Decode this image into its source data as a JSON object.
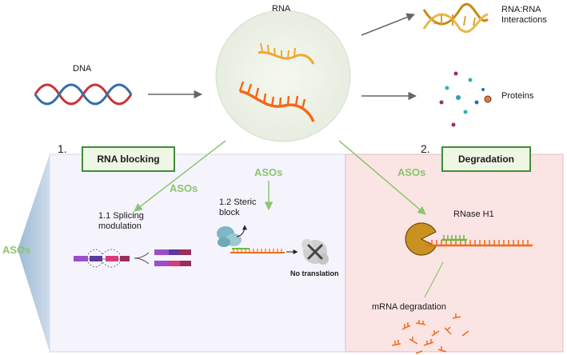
{
  "labels": {
    "dna": "DNA",
    "rna": "RNA",
    "rna_rna": "RNA:RNA\nInteractions",
    "proteins": "Proteins",
    "step1": "1.",
    "step2": "2.",
    "rna_blocking": "RNA blocking",
    "degradation": "Degradation",
    "asos_left_side": "ASOs",
    "asos_splicing": "ASOs",
    "asos_steric": "ASOs",
    "asos_degradation": "ASOs",
    "splicing": "1.1 Splicing\nmodulation",
    "steric": "1.2 Steric\nblock",
    "no_translation": "No translation",
    "rnase": "RNase H1",
    "mrna_degradation": "mRNA degradation"
  },
  "colors": {
    "dna_strand_red": "#c8323a",
    "dna_strand_blue": "#2f6fa8",
    "rna_yellow": "#f0a830",
    "rna_orange": "#f26a1b",
    "aso_green": "#8cc56e",
    "box_border": "#3e8e36",
    "left_panel": "#f5f4fd",
    "right_panel": "#fbe4e4",
    "pacman": "#c9911f"
  },
  "icons": [
    "dna-helix-icon",
    "rna-icon",
    "rna-duplex-icon",
    "protein-dots-icon",
    "ribosome-icon",
    "blocked-icon",
    "rnase-pacman-icon",
    "rna-fragments-icon"
  ]
}
